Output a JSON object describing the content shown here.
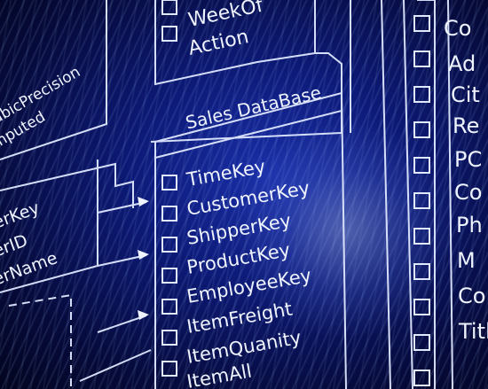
{
  "main_table": {
    "title": "Sales DataBase",
    "fields": [
      "TimeKey",
      "CustomerKey",
      "ShipperKey",
      "ProductKey",
      "EmployeeKey",
      "ItemFreight",
      "ItemQuanity",
      "ItemAll"
    ]
  },
  "top_table": {
    "fields": [
      "WeekOf",
      "Action"
    ]
  },
  "left_upper_table": {
    "fields": [
      "ubicPrecision",
      "mputed"
    ]
  },
  "left_lower_table": {
    "fields": [
      "erKey",
      "erID",
      "erName"
    ]
  },
  "right_table": {
    "fields": [
      "Co",
      "Title",
      "Ad",
      "Cit",
      "Re",
      "PC",
      "Co",
      "Ph",
      "M",
      "Co"
    ]
  },
  "colors": {
    "line": "#dfe8ff",
    "background": "#0d1a78",
    "accent": "#4f7dff"
  }
}
